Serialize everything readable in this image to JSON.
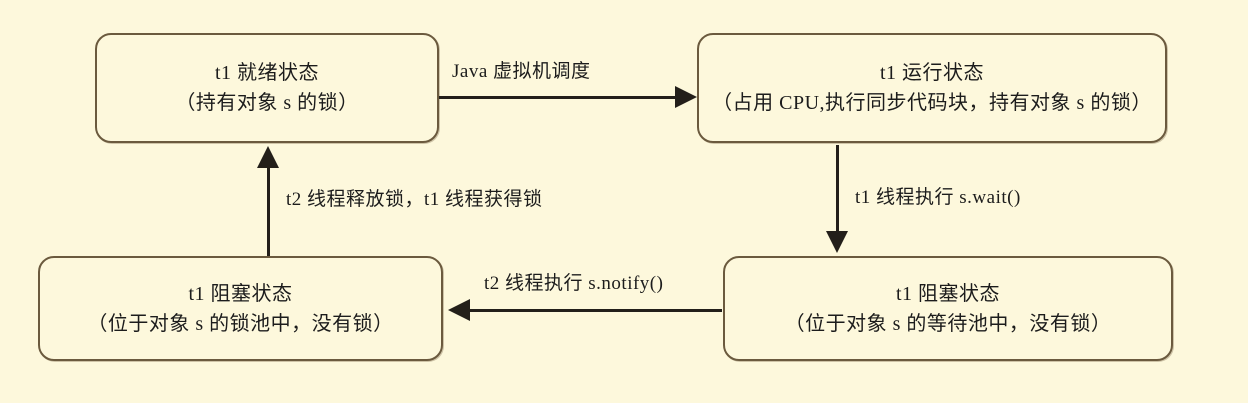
{
  "diagram": {
    "title": "Java thread state transition diagram (wait/notify)",
    "background_color": "#fdf8dc",
    "box_border_color": "#6b5a3e",
    "arrow_color": "#231f1a",
    "text_color": "#1c1c1c"
  },
  "nodes": {
    "ready": {
      "line1": "t1 就绪状态",
      "line2": "（持有对象 s 的锁）"
    },
    "running": {
      "line1": "t1 运行状态",
      "line2": "（占用 CPU,执行同步代码块，持有对象 s 的锁）"
    },
    "blocked_lock_pool": {
      "line1": "t1 阻塞状态",
      "line2": "（位于对象 s 的锁池中，没有锁）"
    },
    "blocked_wait_pool": {
      "line1": "t1 阻塞状态",
      "line2": "（位于对象 s 的等待池中，没有锁）"
    }
  },
  "edges": {
    "ready_to_running": "Java 虚拟机调度",
    "running_to_wait": "t1 线程执行 s.wait()",
    "wait_to_lock": "t2 线程执行 s.notify()",
    "lock_to_ready": "t2 线程释放锁，t1 线程获得锁"
  }
}
